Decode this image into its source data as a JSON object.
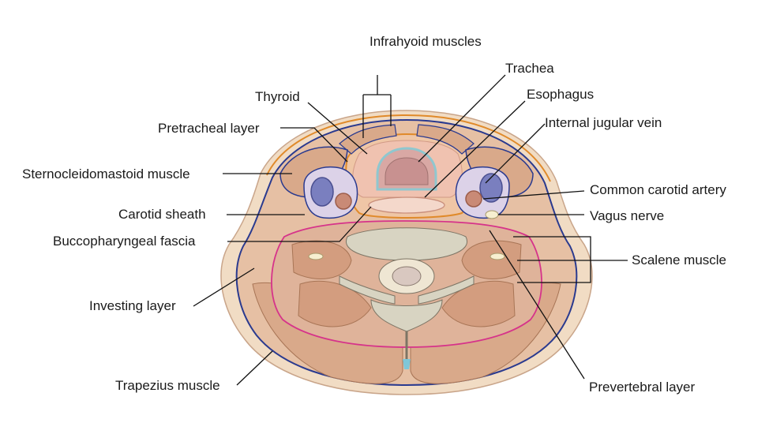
{
  "labels": {
    "infrahyoid": "Infrahyoid muscles",
    "trachea": "Trachea",
    "thyroid": "Thyroid",
    "esophagus": "Esophagus",
    "pretracheal": "Pretracheal layer",
    "internal_jugular": "Internal jugular vein",
    "scm": "Sternocleidomastoid muscle",
    "common_carotid": "Common carotid artery",
    "carotid_sheath": "Carotid sheath",
    "vagus": "Vagus nerve",
    "buccopharyngeal": "Buccopharyngeal fascia",
    "scalene": "Scalene muscle",
    "investing": "Investing layer",
    "trapezius": "Trapezius muscle",
    "prevertebral": "Prevertebral layer"
  },
  "colors": {
    "skin": "#f1dcc4",
    "muscle": "#d9a98a",
    "investing_fascia": "#2a3a8f",
    "pretracheal_fascia": "#e08a2a",
    "prevertebral_fascia": "#d6338a",
    "vein": "#6d74b8",
    "artery": "#c27a66",
    "bone": "#efe6d3"
  }
}
